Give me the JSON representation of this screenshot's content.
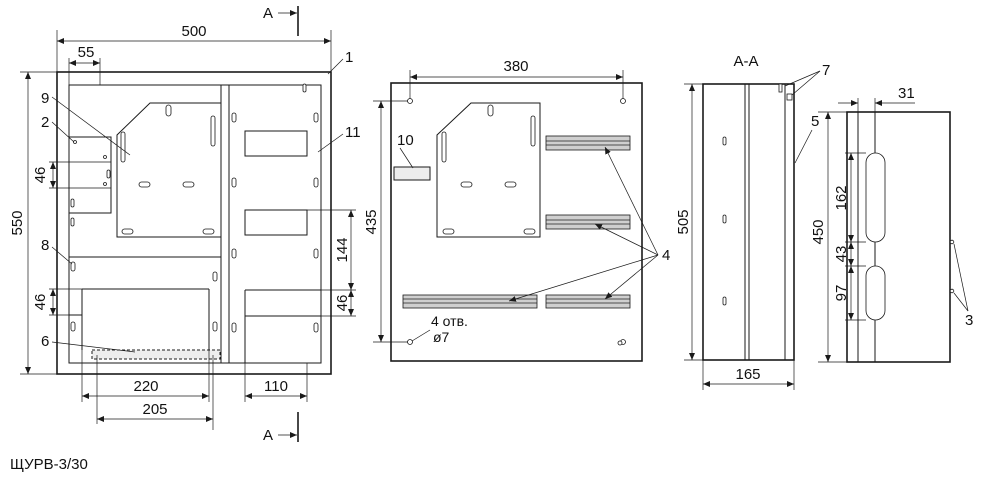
{
  "title": "ЩУРВ-3/30",
  "section_marker": "А",
  "section_view_title": "А-А",
  "front_view": {
    "dims": {
      "width": "500",
      "offset": "55",
      "height": "550",
      "d46_upper": "46",
      "d46_lower": "46",
      "d46_right": "46",
      "d144": "144",
      "d220": "220",
      "d205": "205",
      "d110": "110"
    },
    "callouts": [
      "1",
      "2",
      "6",
      "8",
      "9",
      "11"
    ]
  },
  "panel_view": {
    "dims": {
      "width": "380",
      "height": "435"
    },
    "holes_label": "4 отв.",
    "hole_diameter": "ø7",
    "callouts": [
      "10",
      "4"
    ]
  },
  "section_view": {
    "dims": {
      "height": "505",
      "depth": "165"
    },
    "callouts": [
      "7",
      "5"
    ]
  },
  "door_view": {
    "dims": {
      "d31": "31",
      "d450": "450",
      "d162": "162",
      "d43": "43",
      "d97": "97"
    },
    "callouts": [
      "3"
    ]
  }
}
